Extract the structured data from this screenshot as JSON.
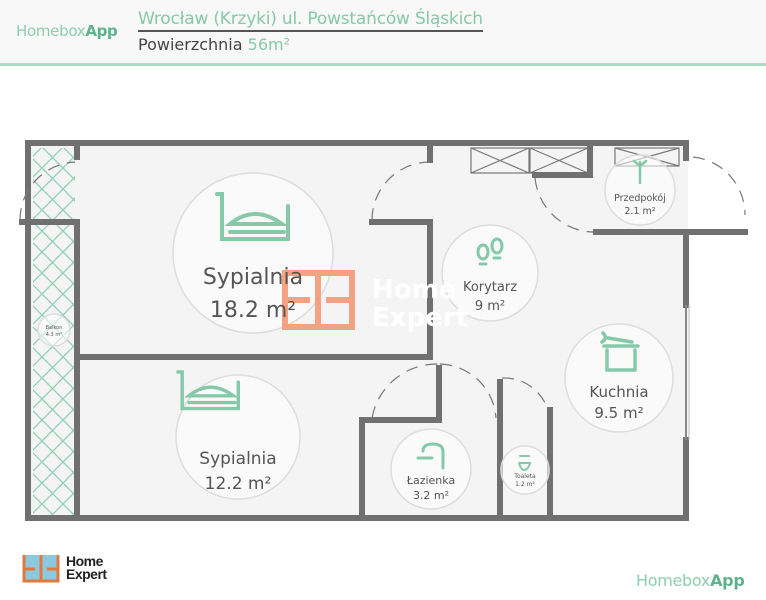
{
  "header": {
    "brand_light": "Homebox",
    "brand_bold": "App",
    "address": "Wrocław (Krzyki) ul. Powstańców Śląskich",
    "area_label": "Powierzchnia",
    "area_value": "56m²"
  },
  "rooms": [
    {
      "name": "Sypialnia",
      "area": "18.2 m²",
      "icon": "bed-icon"
    },
    {
      "name": "Sypialnia",
      "area": "12.2 m²",
      "icon": "bed-icon"
    },
    {
      "name": "Korytarz",
      "area": "9 m²",
      "icon": "footprints-icon"
    },
    {
      "name": "Kuchnia",
      "area": "9.5 m²",
      "icon": "cooking-pot-icon"
    },
    {
      "name": "Łazienka",
      "area": "3.2 m²",
      "icon": "shower-icon"
    },
    {
      "name": "Toaleta",
      "area": "1.2 m²",
      "icon": "toilet-icon"
    },
    {
      "name": "Przedpokój",
      "area": "2.1 m²",
      "icon": "coat-rack-icon"
    },
    {
      "name": "Balkon",
      "area": "4.3 m²"
    }
  ],
  "watermark": {
    "line1": "Home",
    "line2": "Expert"
  },
  "footer": {
    "logo_line1": "Home",
    "logo_line2": "Expert",
    "brand_light": "Homebox",
    "brand_bold": "App"
  },
  "colors": {
    "accent": "#86c9a9",
    "wall": "#707070",
    "floor": "#f4f4f4",
    "watermark": "#f39a78"
  }
}
